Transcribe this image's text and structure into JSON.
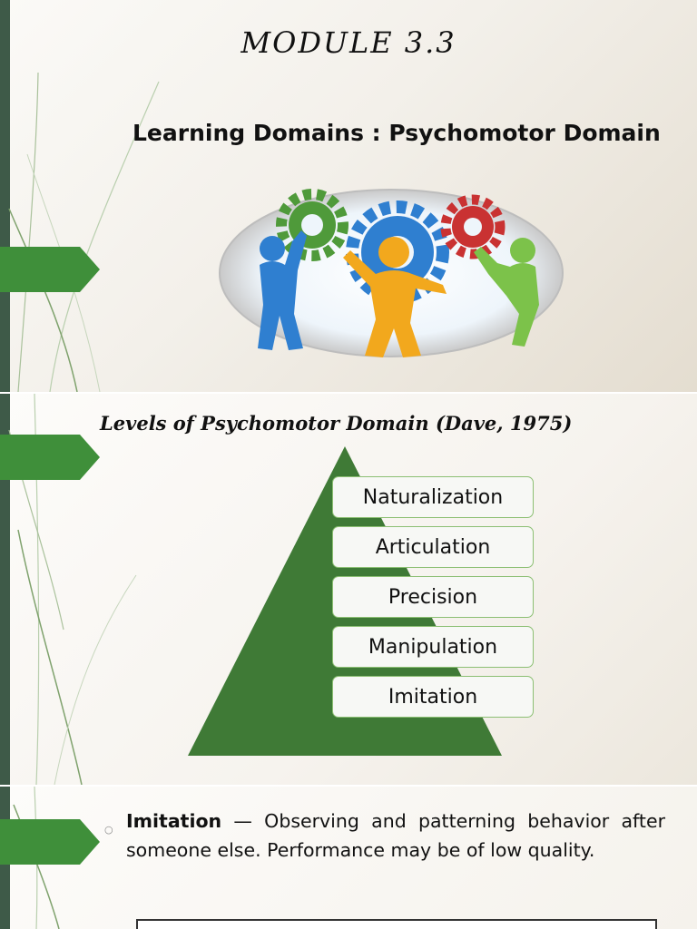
{
  "slide1": {
    "module_title": "MODULE 3.3",
    "heading": "Learning Domains : Psychomotor Domain"
  },
  "slide2": {
    "title": "Levels of Psychomotor Domain (Dave, 1975)",
    "levels": [
      "Naturalization",
      "Articulation",
      "Precision",
      "Manipulation",
      "Imitation"
    ]
  },
  "slide3": {
    "term": "Imitation",
    "description": " — Observing and patterning behavior after someone else. Performance may be of low quality."
  },
  "colors": {
    "accent_green": "#3f7a36",
    "side_bar": "#3e5a48",
    "gear_green": "#4f9a3a",
    "gear_blue": "#2f7fd0",
    "gear_red": "#c93232"
  }
}
